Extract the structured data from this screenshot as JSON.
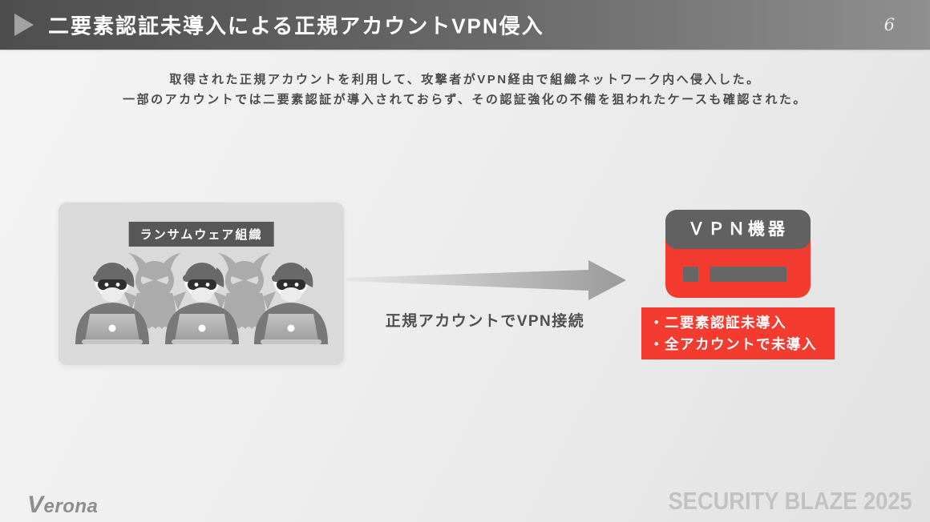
{
  "slide": {
    "title": "二要素認証未導入による正規アカウントVPN侵入",
    "page_number": "6",
    "description_line1": "取得された正規アカウントを利用して、攻撃者がVPN経由で組織ネットワーク内へ侵入した。",
    "description_line2": "一部のアカウントでは二要素認証が導入されておらず、その認証強化の不備を狙われたケースも確認された。"
  },
  "diagram": {
    "attacker_group_label": "ランサムウェア組織",
    "arrow_label": "正規アカウントでVPN接続",
    "vpn_device_label": "ＶＰＮ機器",
    "issue_items": [
      "・二要素認証未導入",
      "・全アカウントで未導入"
    ]
  },
  "footer": {
    "logo_text": "Verona",
    "event_text": "SECURITY BLAZE 2025"
  },
  "colors": {
    "accent_red": "#f43b30",
    "label_dark": "#575757",
    "device_gray": "#616161",
    "header_gradient_left": "#4e4e4e",
    "header_gradient_right": "#8f8f8f"
  }
}
